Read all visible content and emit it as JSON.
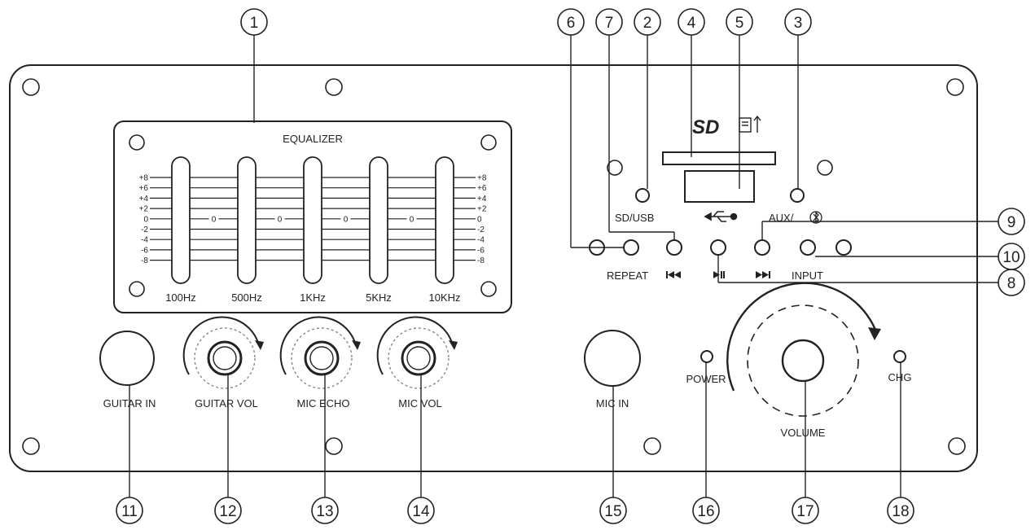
{
  "equalizer": {
    "title": "EQUALIZER",
    "bands": [
      "100Hz",
      "500Hz",
      "1KHz",
      "5KHz",
      "10KHz"
    ],
    "scale": [
      "+8",
      "+6",
      "+4",
      "+2",
      "0",
      "-2",
      "-4",
      "-6",
      "-8"
    ],
    "zero_mark": "0"
  },
  "labels": {
    "sd_usb": "SD/USB",
    "aux_bt": "AUX/",
    "repeat": "REPEAT",
    "input": "INPUT",
    "guitar_in": "GUITAR IN",
    "guitar_vol": "GUITAR VOL",
    "mic_echo": "MIC ECHO",
    "mic_vol": "MIC VOL",
    "mic_in": "MIC IN",
    "power": "POWER",
    "volume": "VOLUME",
    "chg": "CHG"
  },
  "icons": {
    "sd_logo": "SD",
    "usb": "usb-icon",
    "prev": "previous-track-icon",
    "play_pause": "play-pause-icon",
    "next": "next-track-icon",
    "bluetooth": "bluetooth-icon",
    "upload": "upload-icon"
  },
  "callouts": [
    "1",
    "2",
    "3",
    "4",
    "5",
    "6",
    "7",
    "8",
    "9",
    "10",
    "11",
    "12",
    "13",
    "14",
    "15",
    "16",
    "17",
    "18"
  ]
}
